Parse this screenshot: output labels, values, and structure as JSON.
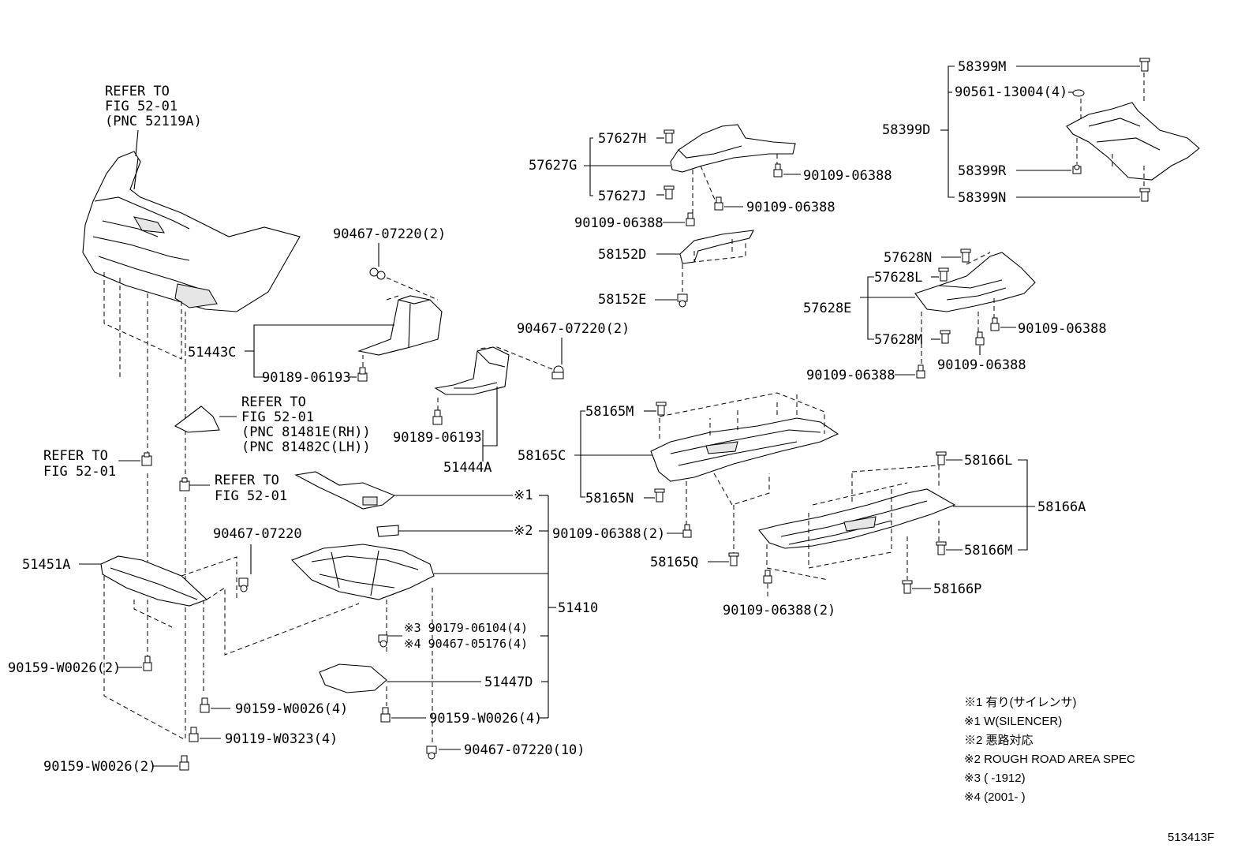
{
  "refers": {
    "bumper": [
      "REFER TO",
      "FIG 52-01",
      "(PNC 52119A)"
    ],
    "bracket": [
      "REFER TO",
      "FIG 52-01",
      "(PNC 81481E(RH))",
      "(PNC 81482C(LH))"
    ],
    "left": [
      "REFER TO",
      "FIG 52-01"
    ],
    "mid": [
      "REFER TO",
      "FIG 52-01"
    ]
  },
  "labels": {
    "p58399M": "58399M",
    "p90561": "90561-13004(4)",
    "p58399D": "58399D",
    "p58399R": "58399R",
    "p58399N": "58399N",
    "p57627H": "57627H",
    "p57627G": "57627G",
    "p57627J": "57627J",
    "p90109_a": "90109-06388",
    "p90109_b": "90109-06388",
    "p90109_c": "90109-06388",
    "p58152D": "58152D",
    "p58152E": "58152E",
    "p57628N": "57628N",
    "p57628L": "57628L",
    "p57628E": "57628E",
    "p57628M": "57628M",
    "p90109_d": "90109-06388",
    "p90109_e": "90109-06388",
    "p90109_f": "90109-06388",
    "p90467_a": "90467-07220(2)",
    "p51443C": "51443C",
    "p90189_a": "90189-06193",
    "p90467_b": "90467-07220(2)",
    "p90189_b": "90189-06193",
    "p51444A": "51444A",
    "p58165M": "58165M",
    "p58165C": "58165C",
    "p58165N": "58165N",
    "p90109_g": "90109-06388(2)",
    "p58165Q": "58165Q",
    "p58166L": "58166L",
    "p58166A": "58166A",
    "p58166M": "58166M",
    "p58166P": "58166P",
    "p90109_h": "90109-06388(2)",
    "s1": "※1",
    "s2": "※2",
    "p90467_c": "90467-07220",
    "p51451A": "51451A",
    "p51410": "51410",
    "p90179": "※3 90179-06104(4)",
    "p90467_d": "※4 90467-05176(4)",
    "p51447D": "51447D",
    "p90159_a": "90159-W0026(2)",
    "p90159_b": "90159-W0026(4)",
    "p90119": "90119-W0323(4)",
    "p90159_c": "90159-W0026(2)",
    "p90159_d": "90159-W0026(4)",
    "p90467_e": "90467-07220(10)"
  },
  "notes": [
    "※1 有り(サイレンサ)",
    "※1 W(SILENCER)",
    "※2 悪路対応",
    "※2 ROUGH ROAD AREA SPEC",
    "※3 (      -1912)",
    "※4 (2001-      )"
  ],
  "figure_id": "513413F"
}
